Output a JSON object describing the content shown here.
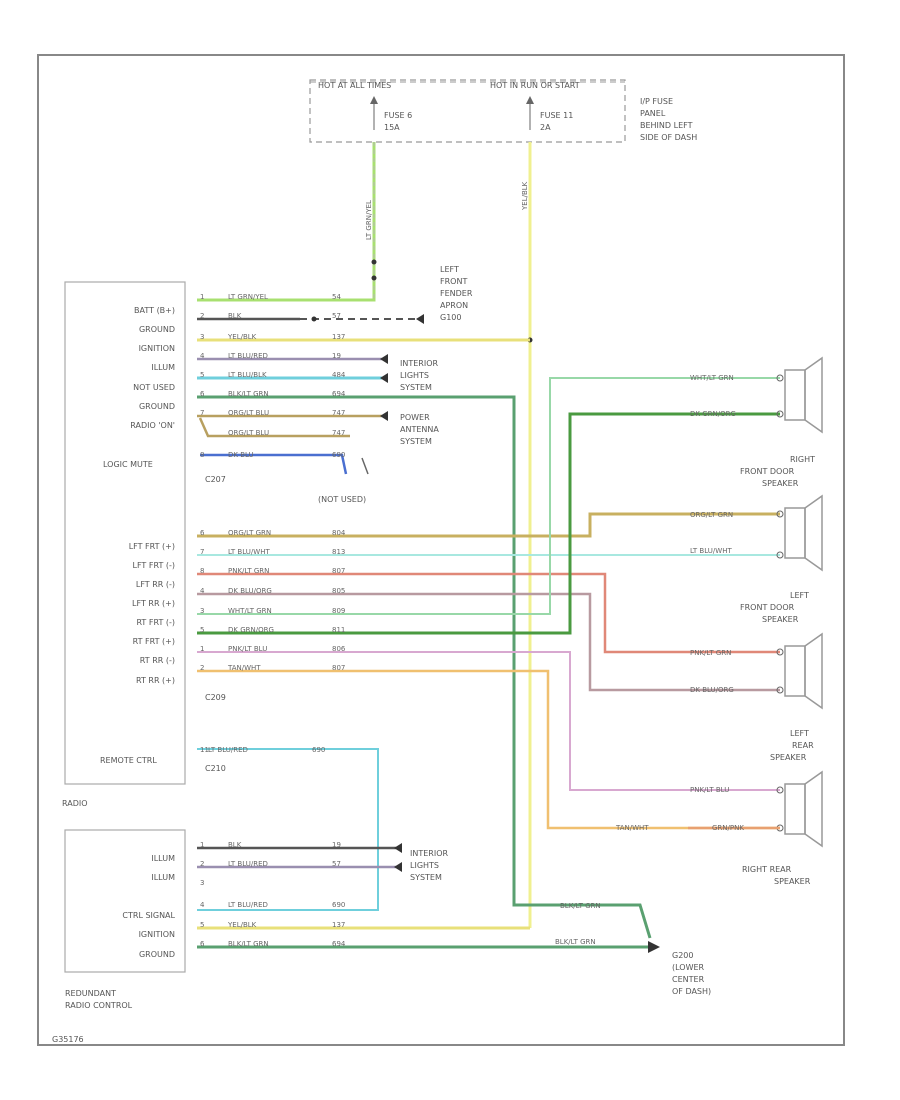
{
  "fuse_panel": {
    "hot_all_times": "HOT AT ALL TIMES",
    "hot_run": "HOT IN RUN OR START",
    "fuse6_name": "FUSE 6",
    "fuse6_amp": "15A",
    "fuse11_name": "FUSE 11",
    "fuse11_amp": "2A",
    "location": [
      "I/P FUSE",
      "PANEL",
      "BEHIND LEFT",
      "SIDE OF DASH"
    ]
  },
  "radio": {
    "title": "RADIO",
    "pins": [
      "BATT (B+)",
      "GROUND",
      "IGNITION",
      "ILLUM",
      "NOT USED",
      "GROUND",
      "RADIO 'ON'",
      "",
      "LOGIC MUTE"
    ],
    "speaker_pins": [
      "LFT FRT (+)",
      "LFT FRT (-)",
      "LFT RR (-)",
      "LFT RR (+)",
      "RT FRT (-)",
      "RT FRT (+)",
      "RT RR (-)",
      "RT RR (+)"
    ],
    "remote": "REMOTE CTRL",
    "conn1": "C207",
    "conn2": "C209",
    "conn3": "C210"
  },
  "wires_top": [
    {
      "pin": "1",
      "color": "LT GRN/YEL",
      "circuit": "54"
    },
    {
      "pin": "2",
      "color": "BLK",
      "circuit": "57"
    },
    {
      "pin": "3",
      "color": "YEL/BLK",
      "circuit": "137"
    },
    {
      "pin": "4",
      "color": "LT BLU/RED",
      "circuit": "19"
    },
    {
      "pin": "5",
      "color": "LT BLU/BLK",
      "circuit": "484"
    },
    {
      "pin": "6",
      "color": "BLK/LT GRN",
      "circuit": "694"
    },
    {
      "pin": "7",
      "color": "ORG/LT BLU",
      "circuit": "747"
    },
    {
      "pin": "",
      "color": "ORG/LT BLU",
      "circuit": "747"
    },
    {
      "pin": "8",
      "color": "DK BLU",
      "circuit": "690"
    }
  ],
  "wires_spk": [
    {
      "pin": "6",
      "color": "ORG/LT GRN",
      "circuit": "804"
    },
    {
      "pin": "7",
      "color": "LT BLU/WHT",
      "circuit": "813"
    },
    {
      "pin": "8",
      "color": "PNK/LT GRN",
      "circuit": "807"
    },
    {
      "pin": "4",
      "color": "DK BLU/ORG",
      "circuit": "805"
    },
    {
      "pin": "3",
      "color": "WHT/LT GRN",
      "circuit": "809"
    },
    {
      "pin": "5",
      "color": "DK GRN/ORG",
      "circuit": "811"
    },
    {
      "pin": "1",
      "color": "PNK/LT BLU",
      "circuit": "806"
    },
    {
      "pin": "2",
      "color": "TAN/WHT",
      "circuit": "807"
    }
  ],
  "remote_wire": {
    "pin": "11",
    "color": "LT BLU/RED",
    "circuit": "690"
  },
  "labels": {
    "ground_fender": [
      "LEFT",
      "FRONT",
      "FENDER",
      "APRON",
      "G100"
    ],
    "interior_lights": [
      "INTERIOR",
      "LIGHTS",
      "SYSTEM"
    ],
    "power_antenna": [
      "POWER",
      "ANTENNA",
      "SYSTEM"
    ],
    "not_used": "(NOT USED)",
    "right_front": [
      "RIGHT",
      "FRONT DOOR",
      "SPEAKER"
    ],
    "left_front": [
      "LEFT",
      "FRONT DOOR",
      "SPEAKER"
    ],
    "left_rear": [
      "LEFT",
      "REAR",
      "SPEAKER"
    ],
    "right_rear": [
      "RIGHT REAR",
      "SPEAKER"
    ],
    "g200": [
      "G200",
      "(LOWER",
      "CENTER",
      "OF DASH)"
    ],
    "footer_code": "G35176"
  },
  "speaker_wires": {
    "rf_top": "WHT/LT GRN",
    "rf_bot": "DK GRN/ORG",
    "lf_top": "ORG/LT GRN",
    "lf_bot": "LT BLU/WHT",
    "lr_top": "PNK/LT GRN",
    "lr_bot": "DK BLU/ORG",
    "rr_top": "PNK/LT BLU",
    "rr_mid": "TAN/WHT",
    "rr_bot": "GRN/PNK"
  },
  "redundant": {
    "title": [
      "REDUNDANT",
      "RADIO CONTROL"
    ],
    "pins": [
      "ILLUM",
      "ILLUM",
      "",
      "CTRL SIGNAL",
      "IGNITION",
      "GROUND"
    ],
    "wires": [
      {
        "pin": "1",
        "color": "BLK",
        "circuit": "19"
      },
      {
        "pin": "2",
        "color": "LT BLU/RED",
        "circuit": "57"
      },
      {
        "pin": "3",
        "color": "",
        "circuit": ""
      },
      {
        "pin": "4",
        "color": "LT BLU/RED",
        "circuit": "690"
      },
      {
        "pin": "5",
        "color": "YEL/BLK",
        "circuit": "137"
      },
      {
        "pin": "6",
        "color": "BLK/LT GRN",
        "circuit": "694"
      }
    ]
  },
  "vertical_labels": {
    "left": "LT GRN/YEL",
    "right": "YEL/BLK"
  },
  "ground_wire": "BLK/LT GRN"
}
